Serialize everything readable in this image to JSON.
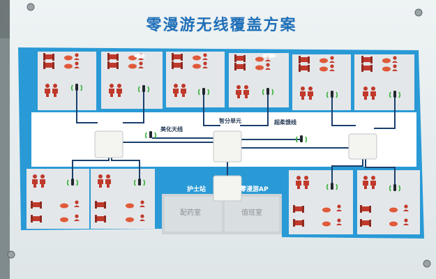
{
  "title": "零漫游无线覆盖方案",
  "labels": {
    "beautify_antenna": "美化天线",
    "smart_unit": "智分单元",
    "ultra_flexible_cable": "超柔馈线",
    "nurse_station": "护士站",
    "zero_roaming_ap": "零漫游AP",
    "dispensary": "配药室",
    "duty_room": "值班室"
  },
  "colors": {
    "board_blue": "#2a9ad6",
    "corridor": "#ffffff",
    "title": "#1f6fb8",
    "bed": "#c0392b",
    "person": "#c0392b",
    "cable": "#1a3f6b",
    "room_fill": "#e4e7ea"
  }
}
